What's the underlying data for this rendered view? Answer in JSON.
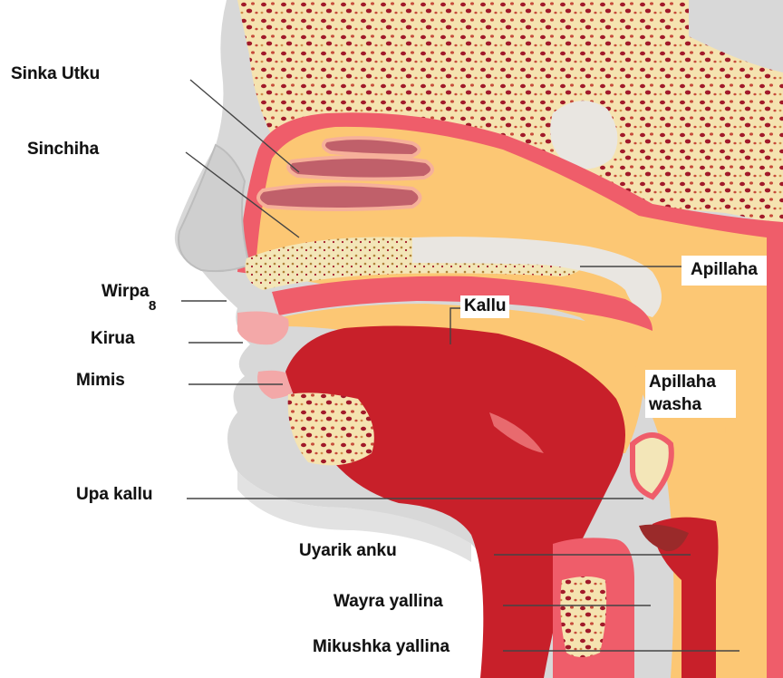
{
  "labels": {
    "sinka_utku": "Sinka Utku",
    "sinchiha": "Sinchiha",
    "wirpa": "Wirpa",
    "kirua": "Kirua",
    "mimis": "Mimis",
    "kallu": "Kallu",
    "apillaha": "Apillaha",
    "apillaha_washa": "Apillaha washa",
    "upa_kallu": "Upa kallu",
    "uyarik_anku": "Uyarik anku",
    "wayra_yallina": "Wayra yallina",
    "mikushka_yallina": "Mikushka yallina",
    "stray_number": "8"
  },
  "colors": {
    "skin": "#d8d8d8",
    "bone": "#f5e3b0",
    "bone_dots": "#a11a2a",
    "mucosa": "#ef5d6a",
    "tissue": "#fcc774",
    "tongue": "#c8202a",
    "airway": "#e9e6e1",
    "leader": "#444444"
  }
}
